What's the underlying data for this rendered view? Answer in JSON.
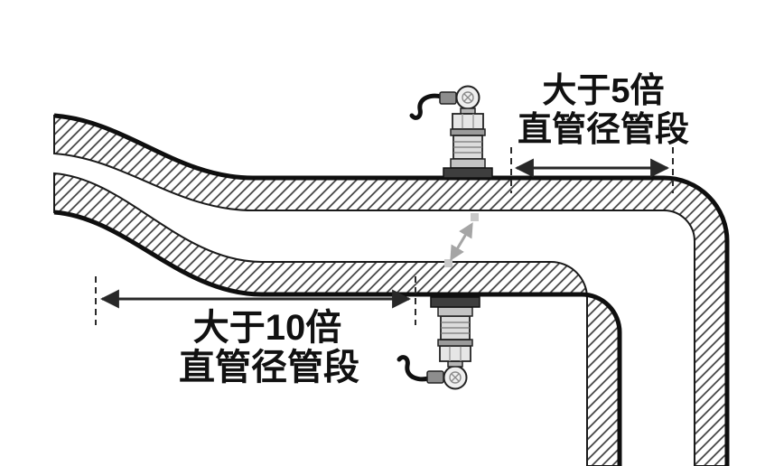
{
  "figure": {
    "name": "ultrasonic-flowmeter-straight-pipe-installation-diagram",
    "background": "#ffffff",
    "colors": {
      "outline": "#141414",
      "hatch": "#3b3b3b",
      "wall_fill": "#ffffff",
      "dimension": "#282828",
      "signal": "#a5a5a5",
      "text": "#111111"
    },
    "labels": {
      "downstream": {
        "line1": "大于5倍",
        "line2": "直管径管段"
      },
      "upstream": {
        "line1": "大于10倍",
        "line2": "直管径管段"
      }
    }
  }
}
